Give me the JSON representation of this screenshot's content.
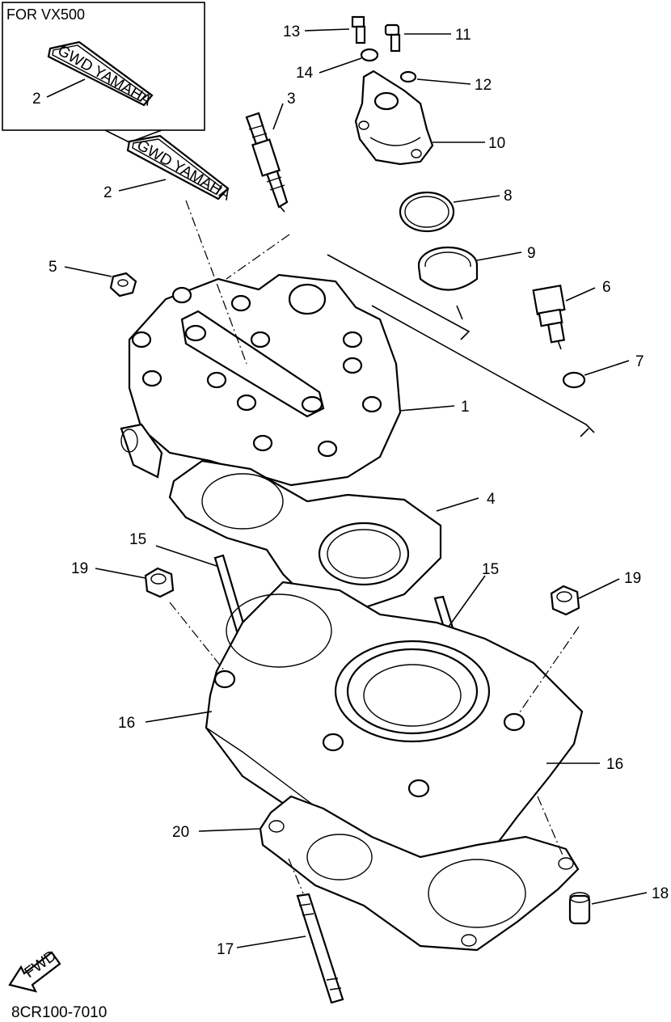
{
  "inset": {
    "title": "FOR VX500"
  },
  "callouts": [
    {
      "id": "c2-inset",
      "text": "2"
    },
    {
      "id": "c2",
      "text": "2"
    },
    {
      "id": "c3",
      "text": "3"
    },
    {
      "id": "c13",
      "text": "13"
    },
    {
      "id": "c14",
      "text": "14"
    },
    {
      "id": "c11",
      "text": "11"
    },
    {
      "id": "c12",
      "text": "12"
    },
    {
      "id": "c10",
      "text": "10"
    },
    {
      "id": "c8",
      "text": "8"
    },
    {
      "id": "c9",
      "text": "9"
    },
    {
      "id": "c6",
      "text": "6"
    },
    {
      "id": "c7",
      "text": "7"
    },
    {
      "id": "c5",
      "text": "5"
    },
    {
      "id": "c1",
      "text": "1"
    },
    {
      "id": "c4",
      "text": "4"
    },
    {
      "id": "c15a",
      "text": "15"
    },
    {
      "id": "c15b",
      "text": "15"
    },
    {
      "id": "c19a",
      "text": "19"
    },
    {
      "id": "c19b",
      "text": "19"
    },
    {
      "id": "c16a",
      "text": "16"
    },
    {
      "id": "c16b",
      "text": "16"
    },
    {
      "id": "c20",
      "text": "20"
    },
    {
      "id": "c18",
      "text": "18"
    },
    {
      "id": "c17",
      "text": "17"
    }
  ],
  "decal_text": "GWD YAMAHA",
  "fwd_label": "FWD",
  "footer_code": "8CR100-7010"
}
